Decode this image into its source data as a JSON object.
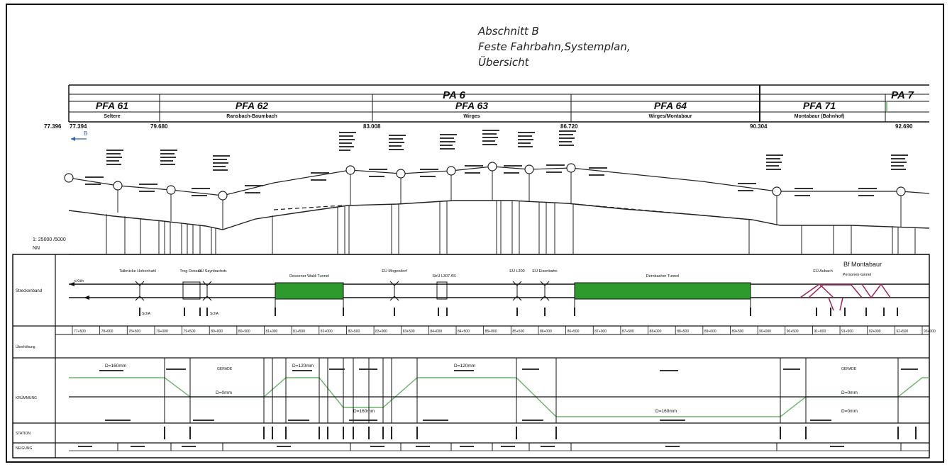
{
  "title": {
    "line1": "Abschnitt B",
    "line2": "Feste Fahrbahn,Systemplan,",
    "line3": "Übersicht"
  },
  "pa_sections": [
    {
      "label": "PA 6"
    },
    {
      "label": "PA 7"
    }
  ],
  "pfa_sections": [
    {
      "label": "PFA 61",
      "sub": "Seltere"
    },
    {
      "label": "PFA 62",
      "sub": "Ransbach-Baumbach"
    },
    {
      "label": "PFA 63",
      "sub": "Wirges"
    },
    {
      "label": "PFA 64",
      "sub": "Wirges/Montabaur"
    },
    {
      "label": "PFA 71",
      "sub": "Montabaur (Bahnhof)"
    }
  ],
  "boundary_km": [
    "77.396",
    "77.394",
    "79.680",
    "83.008",
    "86.720",
    "90.304",
    "92.690"
  ],
  "section_arrow_label": "B",
  "scale_text": "1: 25000 /5000",
  "scale_sub": "NN",
  "row_labels": {
    "strecke": "Streckenband",
    "ueberhoehung": "Überhöhung",
    "kruemmung": "KRÜMMUNG",
    "station": "STATION",
    "neigung": "NEIGUNG"
  },
  "direction_text": "n.Köln",
  "structures": [
    {
      "label": "Talbrücke Hohenhahl"
    },
    {
      "label": "Trog Dessen"
    },
    {
      "label": "EÜ Saynbachstr."
    },
    {
      "label": "Dessener Wald-Tunnel"
    },
    {
      "label": "EÜ Mogendorf"
    },
    {
      "label": "StrÜ L307 AS"
    },
    {
      "label": "EÜ L300"
    },
    {
      "label": "EÜ Eisenbahn"
    },
    {
      "label": "Dernbacher Tunnel"
    },
    {
      "label": "EÜ Aubach"
    },
    {
      "label": "Bf Montabaur"
    },
    {
      "label": "Personen-tunnel"
    }
  ],
  "schutz_label": "SchA",
  "km_ticks": [
    "77+500",
    "78+000",
    "78+500",
    "79+000",
    "79+500",
    "80+000",
    "80+500",
    "81+000",
    "81+500",
    "82+000",
    "82+500",
    "83+000",
    "83+500",
    "84+000",
    "84+500",
    "85+000",
    "85+500",
    "86+000",
    "86+500",
    "87+000",
    "87+500",
    "88+000",
    "88+500",
    "89+000",
    "89+500",
    "90+000",
    "90+500",
    "91+000",
    "91+500",
    "92+000",
    "92+500",
    "93+000"
  ],
  "curvature": {
    "d_labels": [
      "D=160mm",
      "D=0mm",
      "D=120mm",
      "D=160mm",
      "D=120mm",
      "D=0mm",
      "D=160mm",
      "D=0mm"
    ],
    "gerade_label": "GERADE"
  },
  "colors": {
    "tunnel": "#2e9a2e",
    "grid": "#1a1a1a",
    "profile_line": "#7fb77f",
    "magenta": "#a0205a",
    "curve_green": "#6ab36a"
  }
}
